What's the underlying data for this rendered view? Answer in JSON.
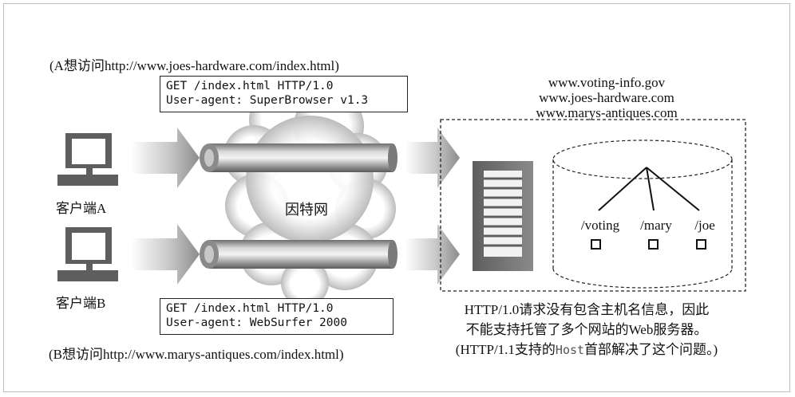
{
  "request_a": {
    "caption": "(A想访问http://www.joes-hardware.com/index.html)",
    "line1": "GET /index.html HTTP/1.0",
    "line2": "User-agent: SuperBrowser v1.3"
  },
  "request_b": {
    "caption": "(B想访问http://www.marys-antiques.com/index.html)",
    "line1": "GET /index.html HTTP/1.0",
    "line2": "User-agent: WebSurfer 2000"
  },
  "clients": {
    "a_label": "客户端A",
    "b_label": "客户端B"
  },
  "internet_label": "因特网",
  "server": {
    "domains": [
      "www.voting-info.gov",
      "www.joes-hardware.com",
      "www.marys-antiques.com"
    ],
    "dirs": [
      "/voting",
      "/mary",
      "/joe"
    ]
  },
  "note": {
    "line1": "HTTP/1.0请求没有包含主机名信息，因此",
    "line2": "不能支持托管了多个网站的Web服务器。",
    "line3_before": "(HTTP/1.1支持的",
    "line3_code": "Host",
    "line3_after": "首部解决了这个问题。)"
  }
}
